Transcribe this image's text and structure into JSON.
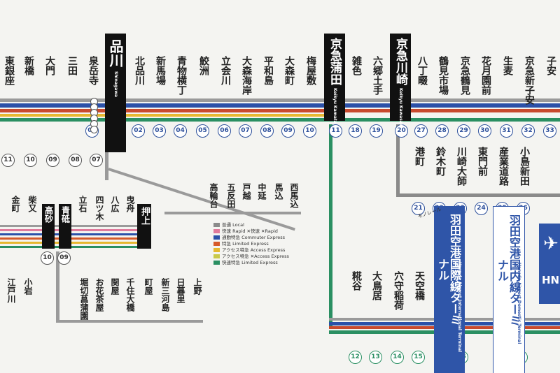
{
  "top_stations": [
    {
      "name": "東銀座",
      "num": ""
    },
    {
      "name": "新橋",
      "num": ""
    },
    {
      "name": "大門",
      "num": ""
    },
    {
      "name": "三田",
      "num": ""
    },
    {
      "name": "泉岳寺",
      "num": "07"
    },
    {
      "name": "品川",
      "num": "01"
    },
    {
      "name": "北品川",
      "num": "02"
    },
    {
      "name": "新馬場",
      "num": "03"
    },
    {
      "name": "青物横丁",
      "num": "04"
    },
    {
      "name": "鮫洲",
      "num": "05"
    },
    {
      "name": "立会川",
      "num": "06"
    },
    {
      "name": "大森海岸",
      "num": "07"
    },
    {
      "name": "平和島",
      "num": "08"
    },
    {
      "name": "大森町",
      "num": "09"
    },
    {
      "name": "梅屋敷",
      "num": "10"
    },
    {
      "name": "京急蒲田",
      "num": "11"
    },
    {
      "name": "雑色",
      "num": "18"
    },
    {
      "name": "六郷土手",
      "num": "19"
    },
    {
      "name": "京急川崎",
      "num": "20"
    },
    {
      "name": "八丁畷",
      "num": "27"
    },
    {
      "name": "鶴見市場",
      "num": "28"
    },
    {
      "name": "京急鶴見",
      "num": "29"
    },
    {
      "name": "花月園前",
      "num": "30"
    },
    {
      "name": "生麦",
      "num": "31"
    },
    {
      "name": "京急新子安",
      "num": "32"
    },
    {
      "name": "子安",
      "num": "33"
    }
  ],
  "top_stations_en": {
    "shinagawa": "Shinagawa",
    "kamata": "Keikyu Kamata",
    "kawasaki": "Keikyu Kawasaki"
  },
  "asakusa_nums": [
    "11",
    "10",
    "09",
    "08",
    "07"
  ],
  "airport_line": [
    {
      "name": "糀谷",
      "num": "12"
    },
    {
      "name": "大鳥居",
      "num": "13"
    },
    {
      "name": "穴守稲荷",
      "num": "14"
    },
    {
      "name": "天空橋",
      "num": "15"
    },
    {
      "name": "",
      "num": "16"
    },
    {
      "name": "",
      "num": "17"
    }
  ],
  "daishi_line": [
    {
      "name": "港町",
      "num": "21"
    },
    {
      "name": "鈴木町",
      "num": "22"
    },
    {
      "name": "川崎大師",
      "num": "23"
    },
    {
      "name": "東門前",
      "num": "24"
    },
    {
      "name": "産業道路",
      "num": "25"
    },
    {
      "name": "小島新田",
      "num": "26"
    }
  ],
  "asakusa_stations": [
    {
      "name": "高輪台"
    },
    {
      "name": "五反田"
    },
    {
      "name": "戸越"
    },
    {
      "name": "中延"
    },
    {
      "name": "馬込"
    },
    {
      "name": "西馬込"
    }
  ],
  "lower_left": [
    {
      "name": "金町"
    },
    {
      "name": "柴又"
    },
    {
      "name": "高砂"
    },
    {
      "name": "青砥"
    },
    {
      "name": "立石"
    },
    {
      "name": "四ツ木"
    },
    {
      "name": "八広"
    },
    {
      "name": "曳舟"
    },
    {
      "name": "押上"
    }
  ],
  "lower_left_nums": [
    "10",
    "09"
  ],
  "lower_row": [
    {
      "name": "江戸川"
    },
    {
      "name": "小岩"
    },
    {
      "name": "堀切菖蒲園"
    },
    {
      "name": "お花茶屋"
    },
    {
      "name": "関屋"
    },
    {
      "name": "千住大橋"
    },
    {
      "name": "町屋"
    },
    {
      "name": "新三河島"
    },
    {
      "name": "日暮里"
    },
    {
      "name": "上野"
    }
  ],
  "haneda_intl": {
    "jp": "羽田空港国際線ターミナル",
    "en": "Haneda Airport International Terminal"
  },
  "haneda_dom": {
    "jp": "羽田空港国内線ターミナル",
    "en": "Haneda Airport Domestic Terminal"
  },
  "monorail_note": "モノレール",
  "oshiage_box": "押上",
  "legend": [
    {
      "label": "普通 Local",
      "color": "#8a8a8a"
    },
    {
      "label": "快速 Rapid  ✕快速 ✕Rapid",
      "color": "#e07a9c"
    },
    {
      "label": "通勤特急 Commuter Express",
      "color": "#2b50a8"
    },
    {
      "label": "特急 Limited Express",
      "color": "#d65a2a"
    },
    {
      "label": "アクセス特急 Access Express",
      "color": "#e6b830"
    },
    {
      "label": "アクセス特急 ✕Access Express",
      "color": "#c9c94a"
    },
    {
      "label": "快速特急 Limited Express",
      "color": "#2a8f62"
    }
  ],
  "colors": {
    "blue": "#2b50a8",
    "red": "#c84a2e",
    "gray": "#9a9a9a",
    "green": "#2a8f62",
    "yellow": "#e6b830",
    "airport_blue": "#2f55a8"
  },
  "right_edge": "HN"
}
